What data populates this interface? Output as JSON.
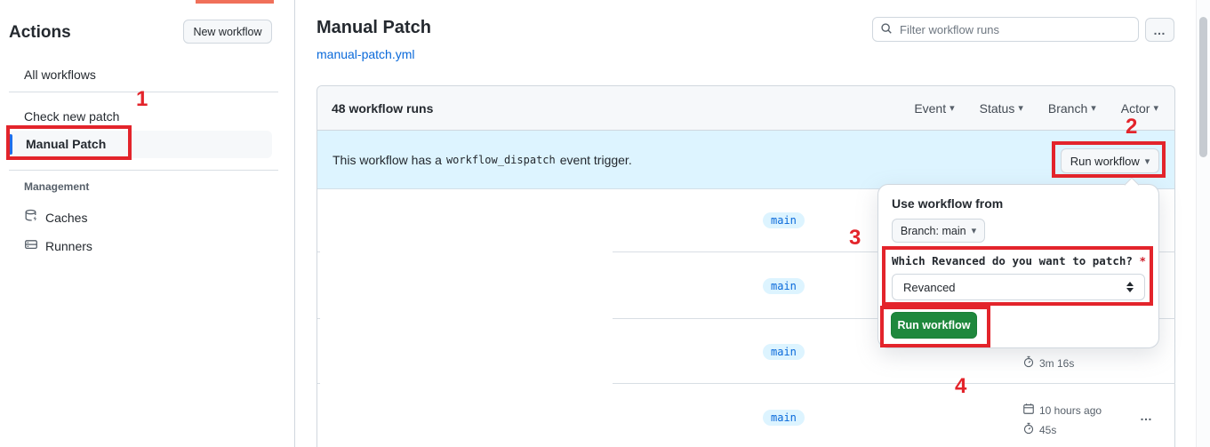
{
  "annotations": {
    "color": "#e3242b",
    "labels": {
      "one": "1",
      "two": "2",
      "three": "3",
      "four": "4"
    }
  },
  "icons": {
    "caret_down": "▾",
    "kebab": "…"
  },
  "sidebar": {
    "title": "Actions",
    "new_workflow_button": "New workflow",
    "nav": [
      {
        "label": "All workflows"
      },
      {
        "label": "Check new patch"
      },
      {
        "label": "Manual Patch"
      }
    ],
    "management_header": "Management",
    "management": [
      {
        "label": "Caches"
      },
      {
        "label": "Runners"
      }
    ]
  },
  "main": {
    "title": "Manual Patch",
    "workflow_file": "manual-patch.yml",
    "search_placeholder": "Filter workflow runs"
  },
  "runs_panel": {
    "count": "48 workflow runs",
    "filters": [
      {
        "label": "Event"
      },
      {
        "label": "Status"
      },
      {
        "label": "Branch"
      },
      {
        "label": "Actor"
      }
    ],
    "banner": {
      "before": "This workflow has a",
      "code": "workflow_dispatch",
      "after": "event trigger.",
      "button": "Run workflow"
    },
    "rows": [
      {
        "branch": "main"
      },
      {
        "branch": "main"
      },
      {
        "branch": "main",
        "duration": "3m 16s"
      },
      {
        "branch": "main",
        "started": "10 hours ago",
        "duration": "45s"
      }
    ]
  },
  "run_dialog": {
    "heading": "Use workflow from",
    "branch_selector": "Branch: main",
    "input_label": "Which Revanced do you want to patch?",
    "required": "*",
    "select_value": "Revanced",
    "submit": "Run workflow"
  },
  "colors": {
    "accent_blue": "#1f6feb",
    "link_blue": "#0969da",
    "badge_bg": "#ddf4ff",
    "banner_bg": "#ddf4ff",
    "green_button": "#1f883d",
    "annotation_red": "#e3242b",
    "top_bar_orange": "#f0705a"
  }
}
